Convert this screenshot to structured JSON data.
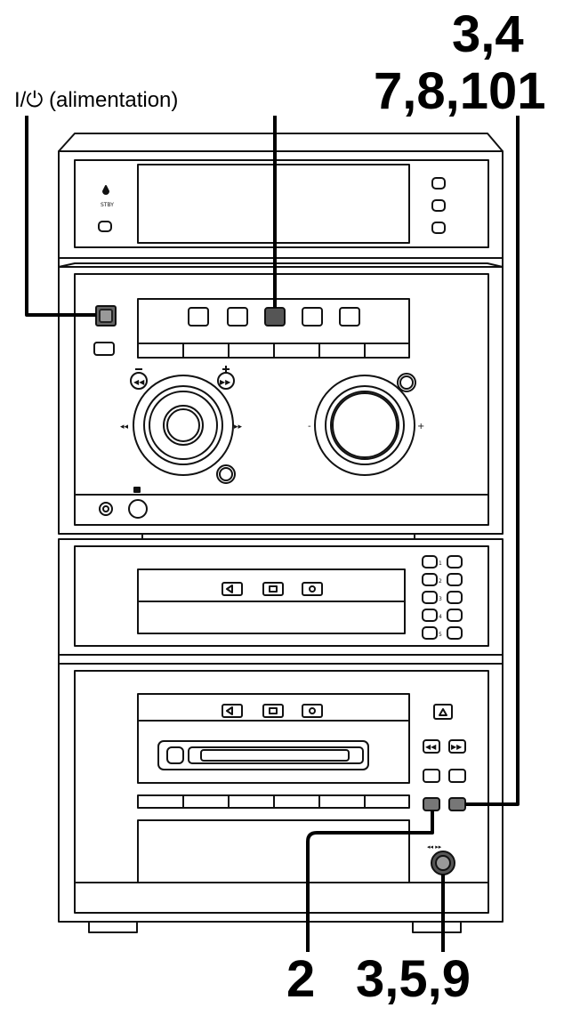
{
  "labels": {
    "power": "I/⏻ (alimentation)",
    "top_right_line1": "3,4",
    "top_right_line2": "7,8,101",
    "bottom_left": "2",
    "bottom_right": "3,5,9"
  },
  "colors": {
    "stroke": "#111111",
    "fill": "#ffffff",
    "dark": "#333333"
  }
}
